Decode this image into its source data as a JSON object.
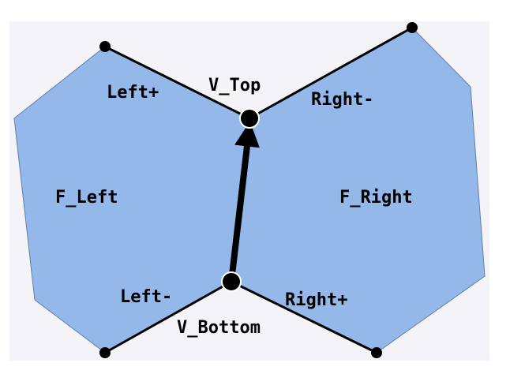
{
  "diagram": {
    "faces": {
      "left": {
        "label": "F_Left"
      },
      "right": {
        "label": "F_Right"
      }
    },
    "vertices": {
      "top": {
        "label": "V_Top"
      },
      "bottom": {
        "label": "V_Bottom"
      }
    },
    "edges": {
      "left_plus": {
        "label": "Left+"
      },
      "left_minus": {
        "label": "Left-"
      },
      "right_minus": {
        "label": "Right-"
      },
      "right_plus": {
        "label": "Right+"
      }
    },
    "colors": {
      "face_fill": "#94b8ea",
      "background_band": "#f4f4f8",
      "edge": "#000000"
    }
  }
}
